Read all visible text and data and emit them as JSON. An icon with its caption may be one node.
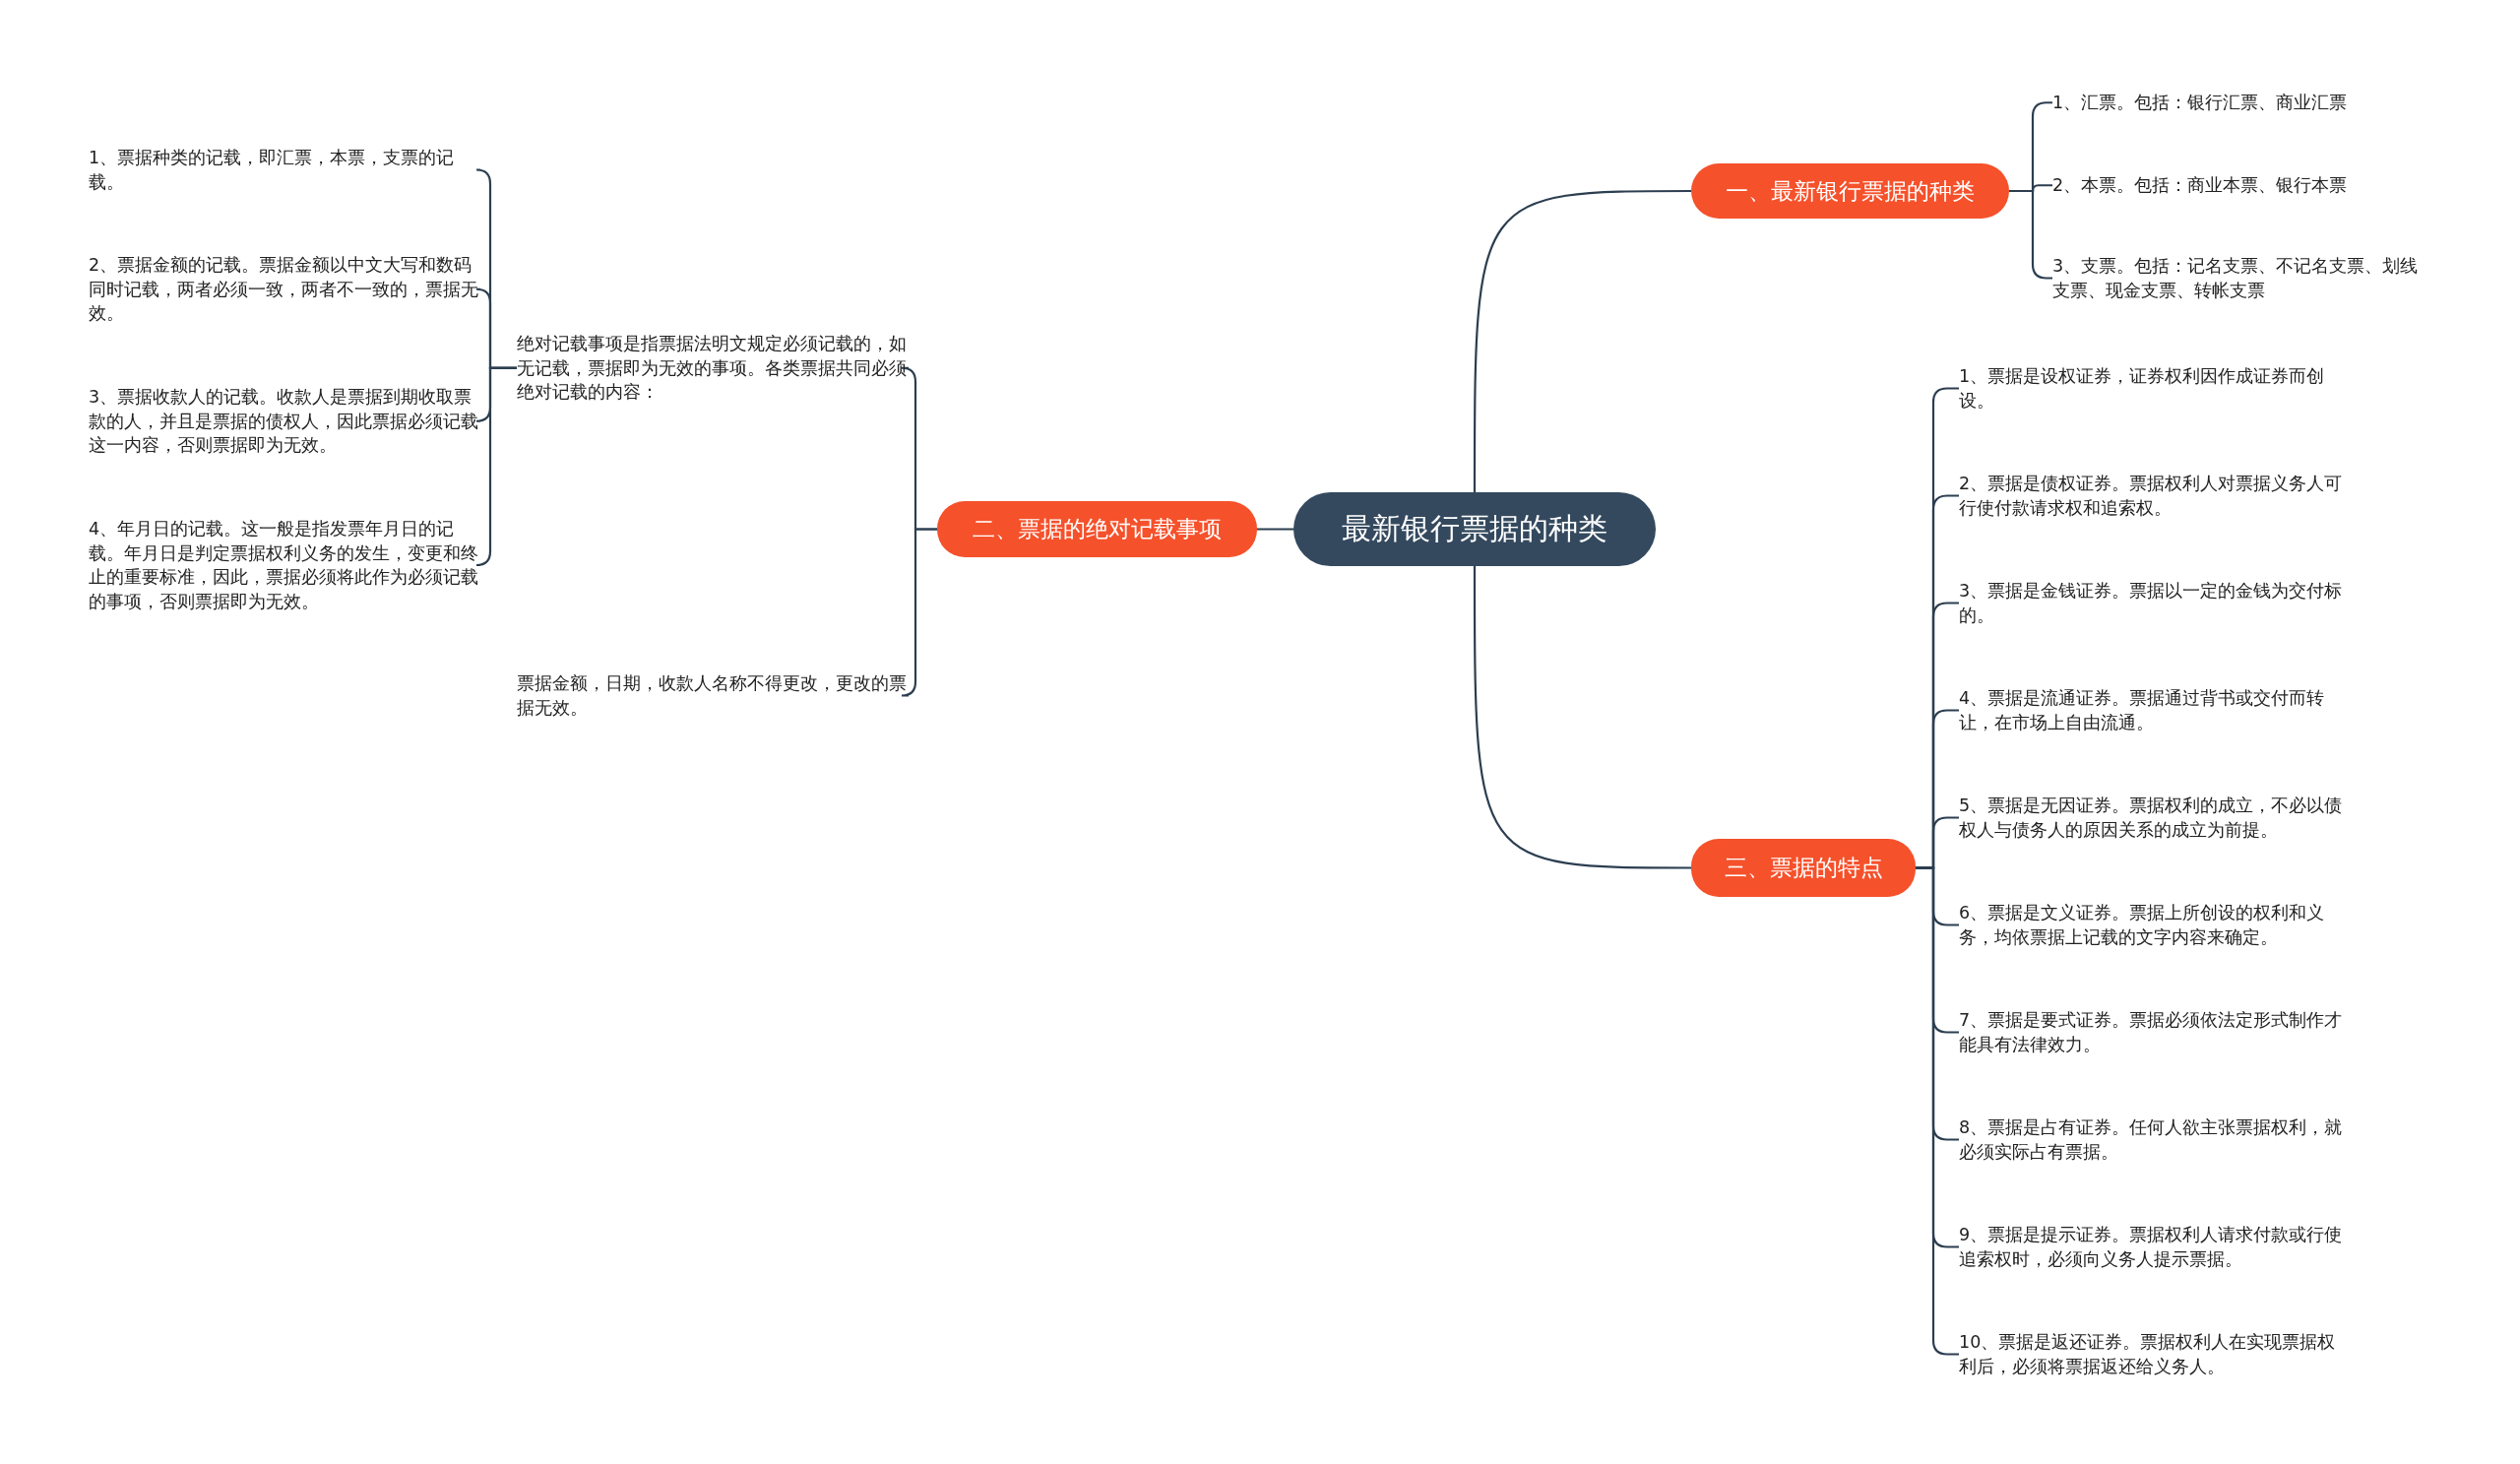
{
  "diagram": {
    "nodes": [
      {
        "text": [
          "最新银行票据的种类"
        ]
      },
      {
        "text": [
          "一、最新银行票据的种类"
        ]
      },
      {
        "text": [
          "1、汇票。包括：银行汇票、商业汇票"
        ]
      },
      {
        "text": [
          "2、本票。包括：商业本票、银行本票"
        ]
      },
      {
        "text": [
          "3、支票。包括：记名支票、不记名支票、划线支票、现金支票、转帐支票"
        ]
      },
      {
        "text": [
          "二、票据的绝对记载事项"
        ]
      },
      {
        "text": [
          "绝对记载事项是指票据法明文规定必须记载的，如无记载，票据即为无效的事项。各类票据共同必须绝对记载的内容："
        ]
      },
      {
        "text": [
          "1、票据种类的记载，即汇票，本票，支票的记载。"
        ]
      },
      {
        "text": [
          "2、票据金额的记载。票据金额以中文大写和数码同时记载，两者必须一致，两者不一致的，票据无效。"
        ]
      },
      {
        "text": [
          "3、票据收款人的记载。收款人是票据到期收取票款的人，并且是票据的债权人，因此票据必须记载这一内容，否则票据即为无效。"
        ]
      },
      {
        "text": [
          "4、年月日的记载。这一般是指发票年月日的记载。年月日是判定票据权利义务的发生，变更和终止的重要标准，因此，票据必须将此作为必须记载的事项，否则票据即为无效。"
        ]
      },
      {
        "text": [
          "票据金额，日期，收款人名称不得更改，更改的票据无效。"
        ]
      },
      {
        "text": [
          "三、票据的特点"
        ]
      },
      {
        "text": [
          "1、票据是设权证券，证券权利因作成证券而创设。"
        ]
      },
      {
        "text": [
          "2、票据是债权证券。票据权利人对票据义务人可行使付款请求权和追索权。"
        ]
      },
      {
        "text": [
          "3、票据是金钱证券。票据以一定的金钱为交付标的。"
        ]
      },
      {
        "text": [
          "4、票据是流通证券。票据通过背书或交付而转让，在市场上自由流通。"
        ]
      },
      {
        "text": [
          "5、票据是无因证券。票据权利的成立，不必以债权人与债务人的原因关系的成立为前提。"
        ]
      },
      {
        "text": [
          "6、票据是文义证券。票据上所创设的权利和义务，均依票据上记载的文字内容来确定。"
        ]
      },
      {
        "text": [
          "7、票据是要式证券。票据必须依法定形式制作才能具有法律效力。"
        ]
      },
      {
        "text": [
          "8、票据是占有证券。任何人欲主张票据权利，就必须实际占有票据。"
        ]
      },
      {
        "text": [
          "9、票据是提示证券。票据权利人请求付款或行使追索权时，必须向义务人提示票据。"
        ]
      },
      {
        "text": [
          "10、票据是返还证券。票据权利人在实现票据权利后，必须将票据返还给义务人。"
        ]
      }
    ],
    "edges": [
      {
        "from": 0,
        "to": 1,
        "arrow": "none"
      },
      {
        "from": 0,
        "to": 5,
        "arrow": "none"
      },
      {
        "from": 0,
        "to": 12,
        "arrow": "none"
      },
      {
        "from": 1,
        "to": 2,
        "arrow": "none"
      },
      {
        "from": 1,
        "to": 3,
        "arrow": "none"
      },
      {
        "from": 1,
        "to": 4,
        "arrow": "none"
      },
      {
        "from": 5,
        "to": 6,
        "arrow": "none"
      },
      {
        "from": 5,
        "to": 11,
        "arrow": "none"
      },
      {
        "from": 6,
        "to": 7,
        "arrow": "none"
      },
      {
        "from": 6,
        "to": 8,
        "arrow": "none"
      },
      {
        "from": 6,
        "to": 9,
        "arrow": "none"
      },
      {
        "from": 6,
        "to": 10,
        "arrow": "none"
      },
      {
        "from": 12,
        "to": 13,
        "arrow": "none"
      },
      {
        "from": 12,
        "to": 14,
        "arrow": "none"
      },
      {
        "from": 12,
        "to": 15,
        "arrow": "none"
      },
      {
        "from": 12,
        "to": 16,
        "arrow": "none"
      },
      {
        "from": 12,
        "to": 17,
        "arrow": "none"
      },
      {
        "from": 12,
        "to": 18,
        "arrow": "none"
      },
      {
        "from": 12,
        "to": 19,
        "arrow": "none"
      },
      {
        "from": 12,
        "to": 20,
        "arrow": "none"
      },
      {
        "from": 12,
        "to": 21,
        "arrow": "none"
      },
      {
        "from": 12,
        "to": 22,
        "arrow": "none"
      }
    ]
  }
}
